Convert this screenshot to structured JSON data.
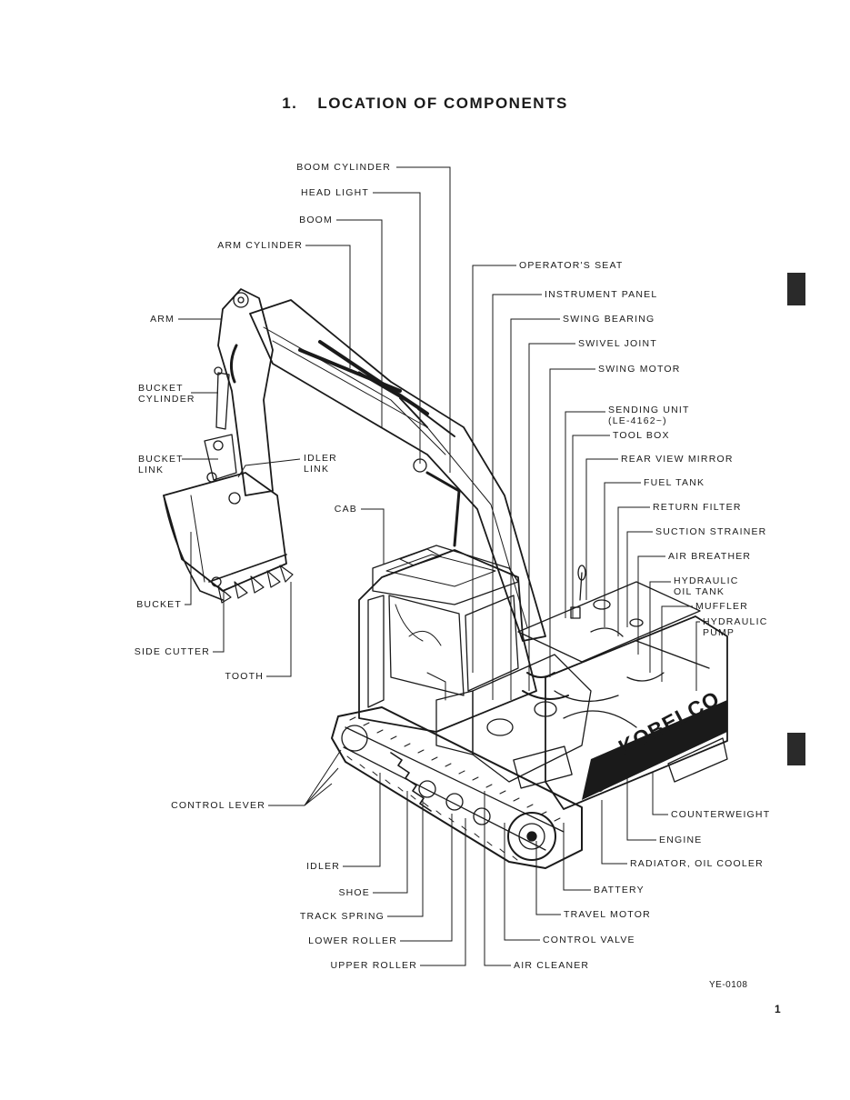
{
  "header": {
    "number": "1.",
    "title": "LOCATION OF COMPONENTS"
  },
  "labels": {
    "boom_cylinder": "BOOM CYLINDER",
    "head_light": "HEAD LIGHT",
    "boom": "BOOM",
    "arm_cylinder": "ARM CYLINDER",
    "arm": "ARM",
    "bucket_cylinder_1": "BUCKET",
    "bucket_cylinder_2": "CYLINDER",
    "bucket_link_1": "BUCKET",
    "bucket_link_2": "LINK",
    "idler_link_1": "IDLER",
    "idler_link_2": "LINK",
    "cab": "CAB",
    "bucket": "BUCKET",
    "side_cutter": "SIDE CUTTER",
    "tooth": "TOOTH",
    "operators_seat": "OPERATOR'S SEAT",
    "instrument_panel": "INSTRUMENT PANEL",
    "swing_bearing": "SWING BEARING",
    "swivel_joint": "SWIVEL JOINT",
    "swing_motor": "SWING MOTOR",
    "sending_unit_1": "SENDING UNIT",
    "sending_unit_2": "(LE-4162~)",
    "tool_box": "TOOL BOX",
    "rear_view_mirror": "REAR VIEW MIRROR",
    "fuel_tank": "FUEL TANK",
    "return_filter": "RETURN FILTER",
    "suction_strainer": "SUCTION STRAINER",
    "air_breather": "AIR BREATHER",
    "hydraulic_oil_tank_1": "HYDRAULIC",
    "hydraulic_oil_tank_2": "OIL TANK",
    "muffler": "MUFFLER",
    "hydraulic_pump_1": "HYDRAULIC",
    "hydraulic_pump_2": "PUMP",
    "control_lever": "CONTROL LEVER",
    "counterweight": "COUNTERWEIGHT",
    "engine": "ENGINE",
    "radiator_oil_cooler": "RADIATOR, OIL COOLER",
    "idler": "IDLER",
    "shoe": "SHOE",
    "track_spring": "TRACK SPRING",
    "lower_roller": "LOWER ROLLER",
    "upper_roller": "UPPER ROLLER",
    "battery": "BATTERY",
    "travel_motor": "TRAVEL MOTOR",
    "control_valve": "CONTROL VALVE",
    "air_cleaner": "AIR CLEANER"
  },
  "brand": "KOBELCO",
  "figure_code": "YE-0108",
  "page_number": "1"
}
